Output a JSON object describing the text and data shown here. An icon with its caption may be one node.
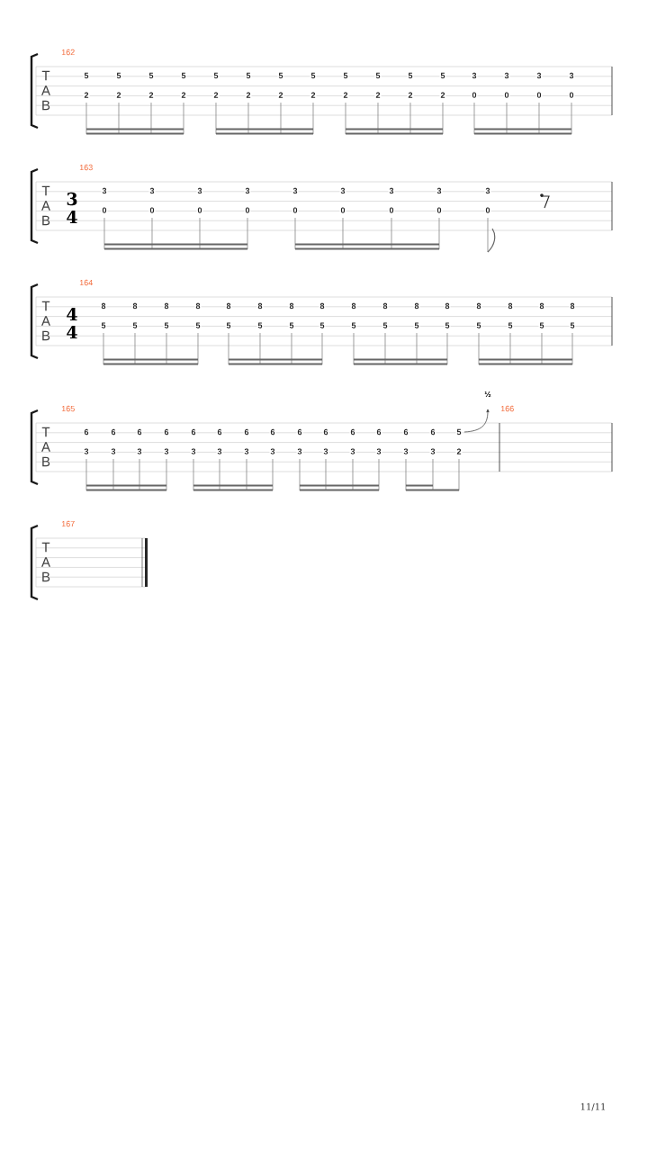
{
  "diagram": {
    "labels": [
      "162",
      "T",
      "A",
      "B",
      "5",
      "5",
      "5",
      "5",
      "5",
      "5",
      "5",
      "5",
      "5",
      "5",
      "5",
      "5",
      "3",
      "3",
      "3",
      "3",
      "2",
      "2",
      "2",
      "2",
      "2",
      "2",
      "2",
      "2",
      "2",
      "2",
      "2",
      "2",
      "0",
      "0",
      "0",
      "0",
      "163",
      "T",
      "A",
      "B",
      "3",
      "4",
      "3",
      "3",
      "3",
      "3",
      "3",
      "3",
      "3",
      "3",
      "3",
      "0",
      "0",
      "0",
      "0",
      "0",
      "0",
      "0",
      "0",
      "0",
      "164",
      "T",
      "A",
      "B",
      "4",
      "4",
      "8",
      "8",
      "8",
      "8",
      "8",
      "8",
      "8",
      "8",
      "8",
      "8",
      "8",
      "8",
      "8",
      "8",
      "8",
      "8",
      "5",
      "5",
      "5",
      "5",
      "5",
      "5",
      "5",
      "5",
      "5",
      "5",
      "5",
      "5",
      "5",
      "5",
      "5",
      "5",
      "½",
      "165",
      "166",
      "T",
      "A",
      "B",
      "6",
      "6",
      "6",
      "6",
      "6",
      "6",
      "6",
      "6",
      "6",
      "6",
      "6",
      "6",
      "6",
      "6",
      "5",
      "3",
      "3",
      "3",
      "3",
      "3",
      "3",
      "3",
      "3",
      "3",
      "3",
      "3",
      "3",
      "3",
      "3",
      "2",
      "167",
      "T",
      "A",
      "B",
      "11/11"
    ]
  }
}
